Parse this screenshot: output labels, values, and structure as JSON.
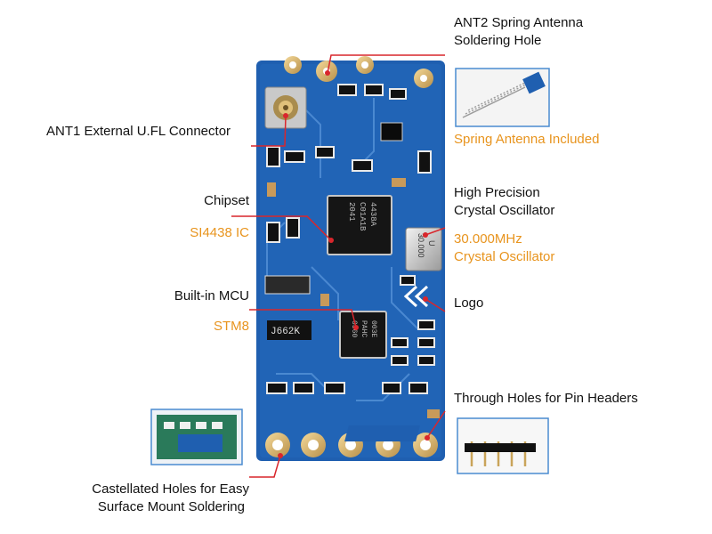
{
  "labels": {
    "ant2_line1": "ANT2 Spring Antenna",
    "ant2_line2": "Soldering Hole",
    "ant1": "ANT1 External U.FL Connector",
    "spring_included": "Spring Antenna Included",
    "chipset": "Chipset",
    "chipset_ic": "SI4438 IC",
    "osc_line1": "High Precision",
    "osc_line2": "Crystal Oscillator",
    "osc_freq_line1": "30.000MHz",
    "osc_freq_line2": "Crystal Oscillator",
    "mcu": "Built-in MCU",
    "mcu_model": "STM8",
    "logo": "Logo",
    "through_holes": "Through Holes for Pin Headers",
    "castellated_line1": "Castellated Holes for Easy",
    "castellated_line2": "Surface Mount Soldering"
  },
  "chip_markings": {
    "rf_chip_line1": "4438A",
    "rf_chip_line2": "C01A1B",
    "rf_chip_line3": "2041",
    "mcu_line1": "003E",
    "mcu_line2": "PAHC",
    "mcu_line3": "0360",
    "crystal_line1": "U",
    "crystal_line2": "30.000",
    "resistor_code": "J662K"
  },
  "colors": {
    "pcb": "#1f5fb0",
    "pcb_dark": "#174d93",
    "pad_gold": "#d9b36a",
    "callout_line": "#d9262c",
    "accent_orange": "#e8941e"
  }
}
